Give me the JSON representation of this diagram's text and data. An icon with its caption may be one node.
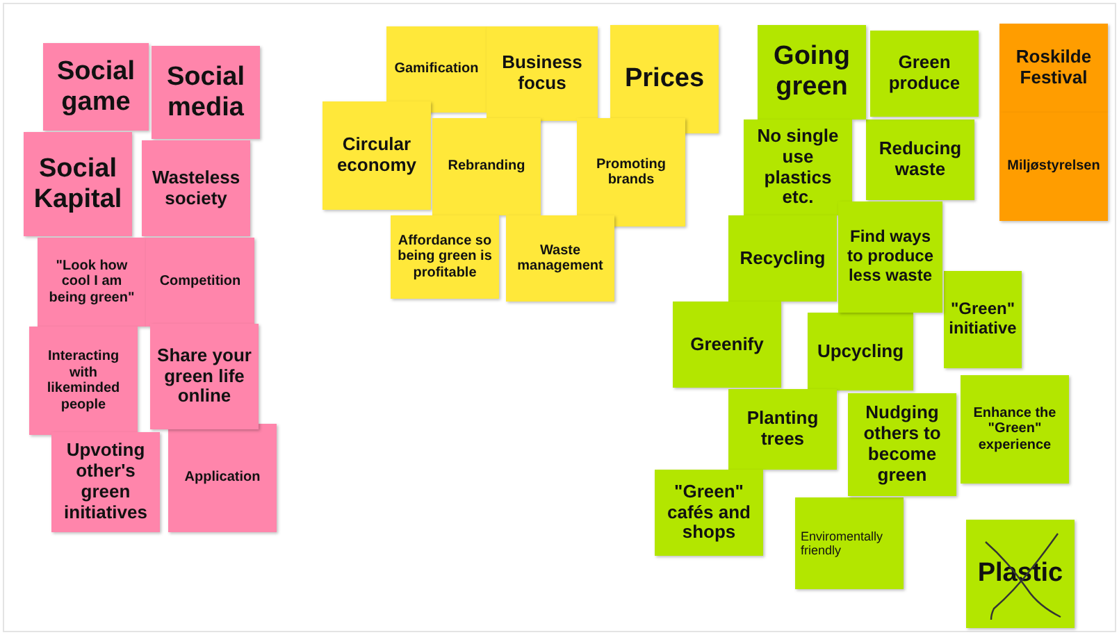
{
  "diagram": {
    "nodes": [
      {
        "text": [
          "Social game"
        ]
      },
      {
        "text": [
          "Social media"
        ]
      },
      {
        "text": [
          "Social Kapital"
        ]
      },
      {
        "text": [
          "Wasteless society"
        ]
      },
      {
        "text": [
          "\"Look how cool I am being green\""
        ]
      },
      {
        "text": [
          "Competition"
        ]
      },
      {
        "text": [
          "Interacting with likeminded people"
        ]
      },
      {
        "text": [
          "Share your green life online"
        ]
      },
      {
        "text": [
          "Upvoting other's green initiatives"
        ]
      },
      {
        "text": [
          "Application"
        ]
      },
      {
        "text": [
          "Gamification"
        ]
      },
      {
        "text": [
          "Business focus"
        ]
      },
      {
        "text": [
          "Prices"
        ]
      },
      {
        "text": [
          "Circular economy"
        ]
      },
      {
        "text": [
          "Rebranding"
        ]
      },
      {
        "text": [
          "Promoting brands"
        ]
      },
      {
        "text": [
          "Affordance so being green is profitable"
        ]
      },
      {
        "text": [
          "Waste management"
        ]
      },
      {
        "text": [
          "Going green"
        ]
      },
      {
        "text": [
          "Green produce"
        ]
      },
      {
        "text": [
          "No single use plastics etc."
        ]
      },
      {
        "text": [
          "Reducing waste"
        ]
      },
      {
        "text": [
          "Recycling"
        ]
      },
      {
        "text": [
          "Find ways to produce less waste"
        ]
      },
      {
        "text": [
          "\"Green\" initiative"
        ]
      },
      {
        "text": [
          "Greenify"
        ]
      },
      {
        "text": [
          "Upcycling"
        ]
      },
      {
        "text": [
          "Enhance the \"Green\" experience"
        ]
      },
      {
        "text": [
          "Planting trees"
        ]
      },
      {
        "text": [
          "Nudging others to become green"
        ]
      },
      {
        "text": [
          "\"Green\" cafés and shops"
        ]
      },
      {
        "text": [
          "Enviromentally friendly"
        ]
      },
      {
        "text": [
          "Plastic"
        ]
      },
      {
        "text": [
          "Roskilde Festival"
        ]
      },
      {
        "text": [
          "Miljøstyrelsen"
        ]
      }
    ]
  }
}
